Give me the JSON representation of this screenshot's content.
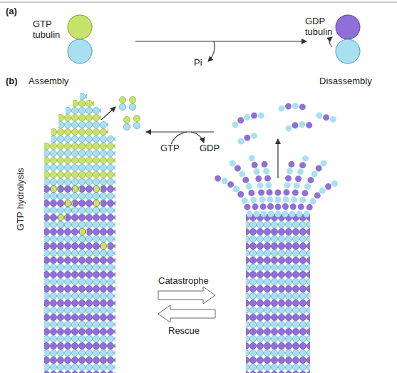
{
  "diagram": {
    "labels": [
      "(a)",
      "GTP tubulin",
      "Pi",
      "GDP tubulin",
      "(b)",
      "Assembly",
      "GTP",
      "GDP",
      "Disassembly",
      "GTP hydrolysis",
      "Catastrophe",
      "Rescue"
    ]
  }
}
